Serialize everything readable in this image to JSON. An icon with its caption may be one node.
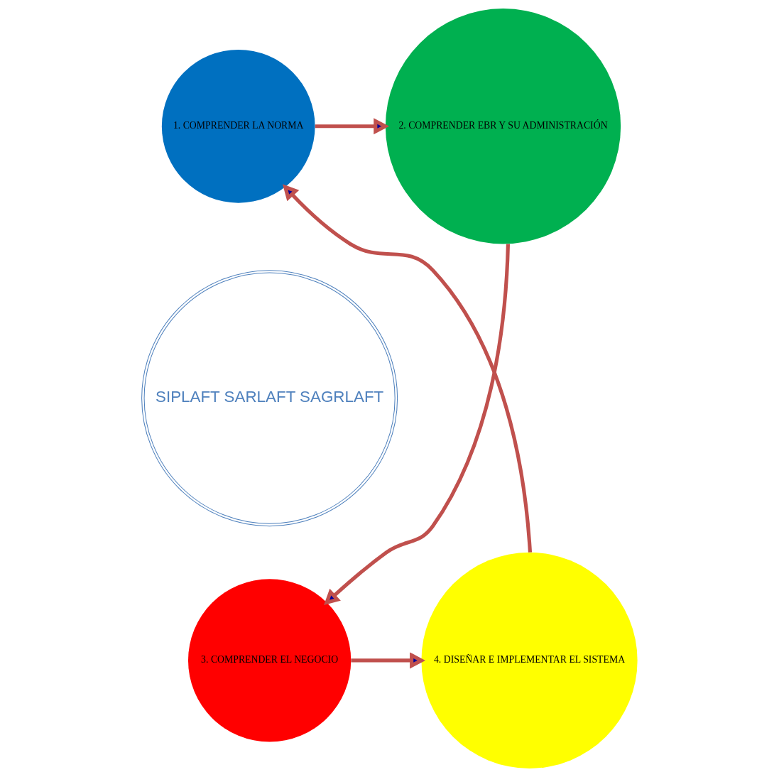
{
  "diagram": {
    "nodes": [
      {
        "text": [
          "1. COMPRENDER LA NORMA"
        ]
      },
      {
        "text": [
          "2. COMPRENDER EBR Y SU ADMINISTRACIÓN"
        ]
      },
      {
        "text": [
          "3. COMPRENDER EL NEGOCIO"
        ]
      },
      {
        "text": [
          "4. DISEÑAR E IMPLEMENTAR EL SISTEMA"
        ]
      },
      {
        "text": [
          "SIPLAFT SARLAFT SAGRLAFT"
        ]
      }
    ],
    "edges": [
      {
        "from": 0,
        "to": 1,
        "arrow": "to"
      },
      {
        "from": 1,
        "to": 2,
        "arrow": "to"
      },
      {
        "from": 2,
        "to": 3,
        "arrow": "to"
      },
      {
        "from": 3,
        "to": 0,
        "arrow": "to"
      }
    ]
  }
}
